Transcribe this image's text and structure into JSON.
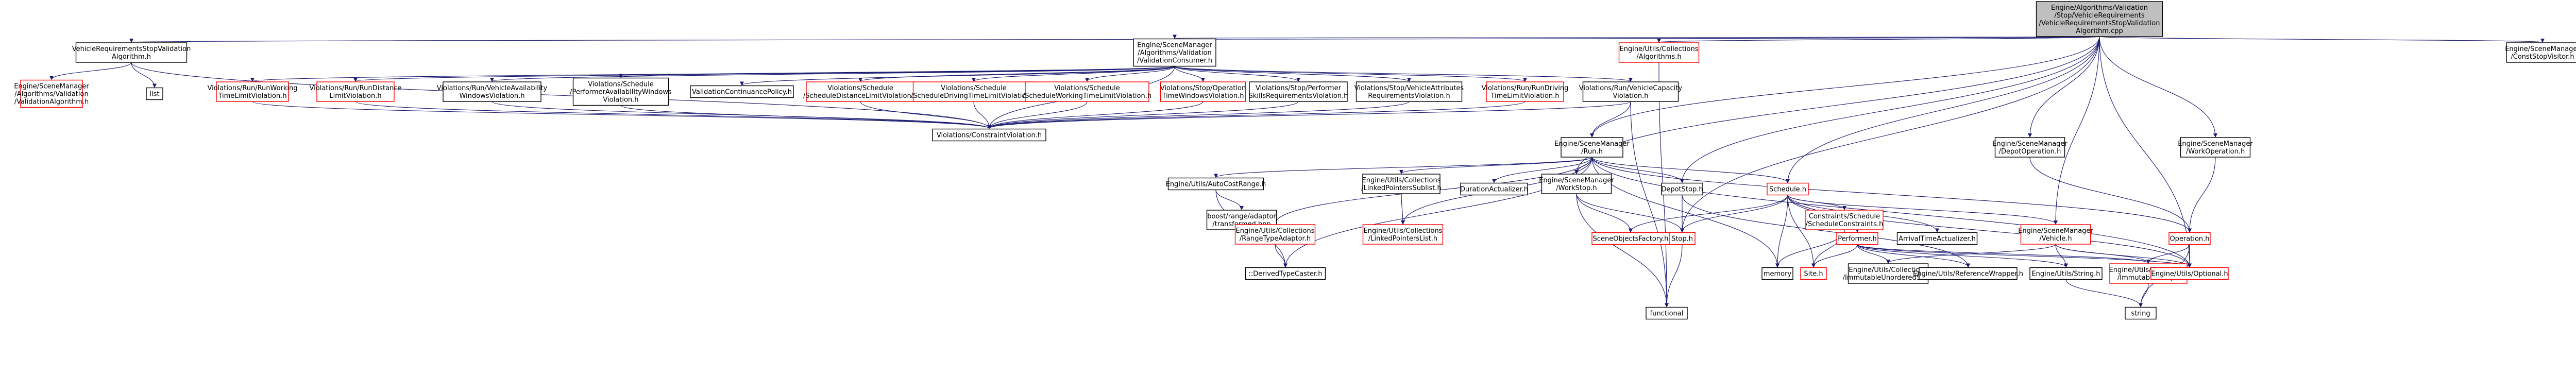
{
  "colors": {
    "root_fill": "#bfbfbf",
    "node_fill": "#ffffff",
    "node_border": "#000000",
    "ref_border": "#ff0000",
    "edge": "#191970"
  },
  "nodes": [
    {
      "id": "root",
      "kind": "root",
      "lines": [
        "Engine/Algorithms/Validation",
        "/Stop/VehicleRequirements",
        "/VehicleRequirementsStopValidation",
        "Algorithm.cpp"
      ]
    },
    {
      "id": "vrsva_h",
      "kind": "normal",
      "lines": [
        "VehicleRequirementsStopValidation",
        "Algorithm.h"
      ]
    },
    {
      "id": "sm_alg_vrsva",
      "kind": "ref",
      "lines": [
        "Engine/SceneManager",
        "/Algorithms/Validation",
        "/ValidationAlgorithm.h"
      ]
    },
    {
      "id": "list",
      "kind": "normal",
      "lines": [
        "list"
      ]
    },
    {
      "id": "vcons",
      "kind": "normal",
      "lines": [
        "Engine/SceneManager",
        "/Algorithms/Validation",
        "/ValidationConsumer.h"
      ]
    },
    {
      "id": "ucoll_alg",
      "kind": "ref",
      "lines": [
        "Engine/Utils/Collections",
        "/Algorithms.h"
      ]
    },
    {
      "id": "conststop",
      "kind": "normal",
      "lines": [
        "Engine/SceneManager",
        "/ConstStopVisitor.h"
      ]
    },
    {
      "id": "rt_work",
      "kind": "ref",
      "lines": [
        "Violations/Run/RunWorking",
        "TimeLimitViolation.h"
      ]
    },
    {
      "id": "rt_dist",
      "kind": "ref",
      "lines": [
        "Violations/Run/RunDistance",
        "LimitViolation.h"
      ]
    },
    {
      "id": "vavail",
      "kind": "normal",
      "lines": [
        "Violations/Run/VehicleAvailability",
        "WindowsViolation.h"
      ]
    },
    {
      "id": "sched_perf",
      "kind": "normal",
      "lines": [
        "Violations/Schedule",
        "/PerformerAvailabilityWindows",
        "Violation.h"
      ]
    },
    {
      "id": "vcont",
      "kind": "normal",
      "lines": [
        "ValidationContinuancePolicy.h"
      ]
    },
    {
      "id": "sched_dist",
      "kind": "ref",
      "lines": [
        "Violations/Schedule",
        "/ScheduleDistanceLimitViolation.h"
      ]
    },
    {
      "id": "sched_drv",
      "kind": "ref",
      "lines": [
        "Violations/Schedule",
        "/ScheduleDrivingTimeLimitViolation.h"
      ]
    },
    {
      "id": "sched_work",
      "kind": "ref",
      "lines": [
        "Violations/Schedule",
        "/ScheduleWorkingTimeLimitViolation.h"
      ]
    },
    {
      "id": "stop_op",
      "kind": "ref",
      "lines": [
        "Violations/Stop/Operation",
        "TimeWindowsViolation.h"
      ]
    },
    {
      "id": "stop_perf",
      "kind": "normal",
      "lines": [
        "Violations/Stop/Performer",
        "SkillsRequirementsViolation.h"
      ]
    },
    {
      "id": "stop_veh",
      "kind": "normal",
      "lines": [
        "Violations/Stop/VehicleAttributes",
        "RequirementsViolation.h"
      ]
    },
    {
      "id": "rt_drv",
      "kind": "ref",
      "lines": [
        "Violations/Run/RunDriving",
        "TimeLimitViolation.h"
      ]
    },
    {
      "id": "vcap",
      "kind": "normal",
      "lines": [
        "Violations/Run/VehicleCapacity",
        "Violation.h"
      ]
    },
    {
      "id": "cviol",
      "kind": "normal",
      "lines": [
        "Violations/ConstraintViolation.h"
      ]
    },
    {
      "id": "run_h",
      "kind": "normal",
      "lines": [
        "Engine/SceneManager",
        "/Run.h"
      ]
    },
    {
      "id": "depotop",
      "kind": "normal",
      "lines": [
        "Engine/SceneManager",
        "/DepotOperation.h"
      ]
    },
    {
      "id": "workop",
      "kind": "normal",
      "lines": [
        "Engine/SceneManager",
        "/WorkOperation.h"
      ]
    },
    {
      "id": "autocost",
      "kind": "normal",
      "lines": [
        "Engine/Utils/AutoCostRange.h"
      ]
    },
    {
      "id": "linked_sub",
      "kind": "normal",
      "lines": [
        "Engine/Utils/Collections",
        "/LinkedPointersSublist.h"
      ]
    },
    {
      "id": "duration",
      "kind": "normal",
      "lines": [
        "DurationActualizer.h"
      ]
    },
    {
      "id": "workstop",
      "kind": "normal",
      "lines": [
        "Engine/SceneManager",
        "/WorkStop.h"
      ]
    },
    {
      "id": "depotstop",
      "kind": "normal",
      "lines": [
        "DepotStop.h"
      ]
    },
    {
      "id": "schedule",
      "kind": "ref",
      "lines": [
        "Schedule.h"
      ]
    },
    {
      "id": "boost",
      "kind": "normal",
      "lines": [
        "boost/range/adaptor",
        "/transformed.hpp"
      ]
    },
    {
      "id": "rangeadapt",
      "kind": "ref",
      "lines": [
        "Engine/Utils/Collections",
        "/RangeTypeAdaptor.h"
      ]
    },
    {
      "id": "linked_list",
      "kind": "ref",
      "lines": [
        "Engine/Utils/Collections",
        "/LinkedPointersList.h"
      ]
    },
    {
      "id": "sofactory",
      "kind": "ref",
      "lines": [
        "SceneObjectsFactory.h"
      ]
    },
    {
      "id": "stop_h",
      "kind": "ref",
      "lines": [
        "Stop.h"
      ]
    },
    {
      "id": "constraints",
      "kind": "ref",
      "lines": [
        "Constraints/Schedule",
        "/ScheduleConstraints.h"
      ]
    },
    {
      "id": "performer",
      "kind": "ref",
      "lines": [
        "Performer.h"
      ]
    },
    {
      "id": "arrival",
      "kind": "normal",
      "lines": [
        "ArrivalTimeActualizer.h"
      ]
    },
    {
      "id": "vehicle",
      "kind": "ref",
      "lines": [
        "Engine/SceneManager",
        "/Vehicle.h"
      ]
    },
    {
      "id": "operation",
      "kind": "ref",
      "lines": [
        "Operation.h"
      ]
    },
    {
      "id": "derived",
      "kind": "normal",
      "lines": [
        "::DerivedTypeCaster.h"
      ]
    },
    {
      "id": "memory",
      "kind": "normal",
      "lines": [
        "memory"
      ]
    },
    {
      "id": "site",
      "kind": "ref",
      "lines": [
        "Site.h"
      ]
    },
    {
      "id": "immut_unord",
      "kind": "normal",
      "lines": [
        "Engine/Utils/Collections",
        "/ImmutableUnorderedSet.h"
      ]
    },
    {
      "id": "refwrap",
      "kind": "normal",
      "lines": [
        "Engine/Utils/ReferenceWrapper.h"
      ]
    },
    {
      "id": "ustring",
      "kind": "normal",
      "lines": [
        "Engine/Utils/String.h"
      ]
    },
    {
      "id": "immut_arr",
      "kind": "ref",
      "lines": [
        "Engine/Utils/Collections",
        "/ImmutableArray.h"
      ]
    },
    {
      "id": "optional",
      "kind": "ref",
      "lines": [
        "Engine/Utils/Optional.h"
      ]
    },
    {
      "id": "functional",
      "kind": "normal",
      "lines": [
        "functional"
      ]
    },
    {
      "id": "string",
      "kind": "normal",
      "lines": [
        "string"
      ]
    }
  ],
  "edges": [
    [
      "root",
      "vrsva_h"
    ],
    [
      "root",
      "vcons"
    ],
    [
      "root",
      "ucoll_alg"
    ],
    [
      "root",
      "conststop"
    ],
    [
      "root",
      "run_h"
    ],
    [
      "root",
      "depotop"
    ],
    [
      "root",
      "workop"
    ],
    [
      "root",
      "schedule"
    ],
    [
      "root",
      "stop_h"
    ],
    [
      "root",
      "depotstop"
    ],
    [
      "root",
      "workstop"
    ],
    [
      "root",
      "vehicle"
    ],
    [
      "root",
      "optional"
    ],
    [
      "vrsva_h",
      "sm_alg_vrsva"
    ],
    [
      "vrsva_h",
      "list"
    ],
    [
      "vrsva_h",
      "cviol"
    ],
    [
      "vcons",
      "rt_work"
    ],
    [
      "vcons",
      "rt_dist"
    ],
    [
      "vcons",
      "vavail"
    ],
    [
      "vcons",
      "sched_perf"
    ],
    [
      "vcons",
      "vcont"
    ],
    [
      "vcons",
      "sched_dist"
    ],
    [
      "vcons",
      "sched_drv"
    ],
    [
      "vcons",
      "sched_work"
    ],
    [
      "vcons",
      "stop_op"
    ],
    [
      "vcons",
      "stop_perf"
    ],
    [
      "vcons",
      "stop_veh"
    ],
    [
      "vcons",
      "rt_drv"
    ],
    [
      "vcons",
      "vcap"
    ],
    [
      "vcons",
      "cviol"
    ],
    [
      "rt_work",
      "cviol"
    ],
    [
      "rt_dist",
      "cviol"
    ],
    [
      "vavail",
      "cviol"
    ],
    [
      "sched_perf",
      "cviol"
    ],
    [
      "sched_dist",
      "cviol"
    ],
    [
      "sched_drv",
      "cviol"
    ],
    [
      "sched_work",
      "cviol"
    ],
    [
      "stop_op",
      "cviol"
    ],
    [
      "stop_perf",
      "cviol"
    ],
    [
      "stop_veh",
      "cviol"
    ],
    [
      "rt_drv",
      "cviol"
    ],
    [
      "vcap",
      "cviol"
    ],
    [
      "vcap",
      "run_h"
    ],
    [
      "vcap",
      "functional"
    ],
    [
      "ucoll_alg",
      "functional"
    ],
    [
      "run_h",
      "autocost"
    ],
    [
      "run_h",
      "linked_sub"
    ],
    [
      "run_h",
      "duration"
    ],
    [
      "run_h",
      "workstop"
    ],
    [
      "run_h",
      "depotstop"
    ],
    [
      "run_h",
      "schedule"
    ],
    [
      "run_h",
      "rangeadapt"
    ],
    [
      "run_h",
      "linked_list"
    ],
    [
      "run_h",
      "derived"
    ],
    [
      "run_h",
      "memory"
    ],
    [
      "run_h",
      "operation"
    ],
    [
      "run_h",
      "optional"
    ],
    [
      "autocost",
      "boost"
    ],
    [
      "autocost",
      "derived"
    ],
    [
      "linked_sub",
      "linked_list"
    ],
    [
      "rangeadapt",
      "derived"
    ],
    [
      "workstop",
      "stop_h"
    ],
    [
      "workstop",
      "sofactory"
    ],
    [
      "workstop",
      "functional"
    ],
    [
      "depotstop",
      "stop_h"
    ],
    [
      "depotstop",
      "refwrap"
    ],
    [
      "schedule",
      "sofactory"
    ],
    [
      "schedule",
      "stop_h"
    ],
    [
      "schedule",
      "constraints"
    ],
    [
      "schedule",
      "performer"
    ],
    [
      "schedule",
      "arrival"
    ],
    [
      "schedule",
      "vehicle"
    ],
    [
      "schedule",
      "site"
    ],
    [
      "schedule",
      "memory"
    ],
    [
      "schedule",
      "optional"
    ],
    [
      "stop_h",
      "functional"
    ],
    [
      "constraints",
      "site"
    ],
    [
      "constraints",
      "memory"
    ],
    [
      "performer",
      "site"
    ],
    [
      "performer",
      "immut_unord"
    ],
    [
      "performer",
      "refwrap"
    ],
    [
      "performer",
      "ustring"
    ],
    [
      "performer",
      "immut_arr"
    ],
    [
      "performer",
      "optional"
    ],
    [
      "vehicle",
      "immut_unord"
    ],
    [
      "vehicle",
      "ustring"
    ],
    [
      "vehicle",
      "immut_arr"
    ],
    [
      "vehicle",
      "optional"
    ],
    [
      "depotop",
      "operation"
    ],
    [
      "workop",
      "operation"
    ],
    [
      "operation",
      "immut_arr"
    ],
    [
      "operation",
      "optional"
    ],
    [
      "operation",
      "string"
    ],
    [
      "ustring",
      "string"
    ],
    [
      "immut_arr",
      "string"
    ]
  ]
}
